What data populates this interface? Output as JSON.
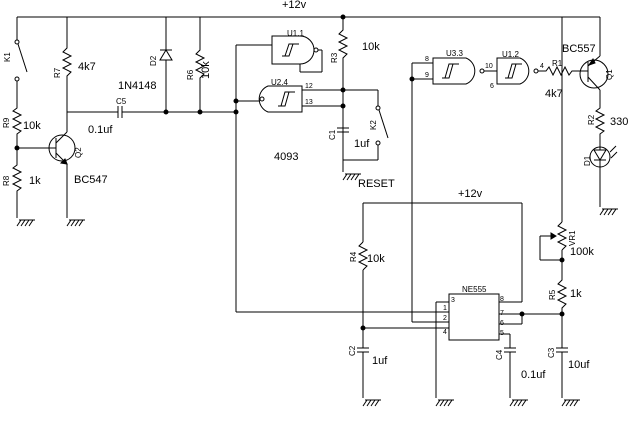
{
  "rails": {
    "top_supply": "+12v",
    "lower_supply": "+12v"
  },
  "switches": {
    "k1": "K1",
    "k2": "K2",
    "reset_label": "RESET"
  },
  "resistors": {
    "r1": {
      "ref": "R1",
      "value": "4k7"
    },
    "r2": {
      "ref": "R2",
      "value": "330"
    },
    "r3": {
      "ref": "R3",
      "value": "10k"
    },
    "r4": {
      "ref": "R4",
      "value": "10k"
    },
    "r5": {
      "ref": "R5",
      "value": "1k"
    },
    "r6": {
      "ref": "R6",
      "value": "10k"
    },
    "r7": {
      "ref": "R7",
      "value": "4k7"
    },
    "r8": {
      "ref": "R8",
      "value": "1k"
    },
    "r9": {
      "ref": "R9",
      "value": "10k"
    },
    "vr1": {
      "ref": "VR1",
      "value": "100k"
    }
  },
  "capacitors": {
    "c1": {
      "ref": "C1",
      "value": "1uf"
    },
    "c2": {
      "ref": "C2",
      "value": "1uf"
    },
    "c3": {
      "ref": "C3",
      "value": "10uf"
    },
    "c4": {
      "ref": "C4",
      "value": "0.1uf"
    },
    "c5": {
      "ref": "C5",
      "value": "0.1uf"
    }
  },
  "semis": {
    "d1": "D1",
    "d2": {
      "ref": "D2",
      "value": "1N4148"
    },
    "q1": {
      "ref": "Q1",
      "value": "BC557"
    },
    "q2": {
      "ref": "Q2",
      "value": "BC547"
    }
  },
  "ics": {
    "u11": "U1.1",
    "u12": "U1.2",
    "u24": "U2.4",
    "u33": "U3.3",
    "family": "4093",
    "timer": "NE555"
  },
  "pins": {
    "one": "1",
    "two": "2",
    "three": "3",
    "four": "4",
    "five": "5",
    "six": "6",
    "seven": "7",
    "eight": "8",
    "nine": "9",
    "ten": "10",
    "twelve": "12",
    "thirteen": "13"
  }
}
